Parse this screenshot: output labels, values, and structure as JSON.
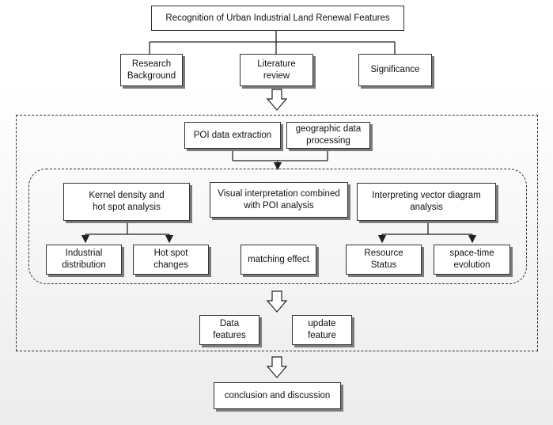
{
  "title": "Recognition of Urban Industrial Land Renewal Features",
  "sections": {
    "research_background": "Research\nBackground",
    "literature_review": "Literature\nreview",
    "significance": "Significance"
  },
  "data_sources": {
    "poi_extraction": "POI data extraction",
    "geographic_processing": "geographic data\nprocessing"
  },
  "methods": {
    "kernel_density": "Kernel density and\nhot spot analysis",
    "visual_interpretation": "Visual interpretation combined\nwith POI analysis",
    "vector_diagram": "Interpreting vector diagram\nanalysis"
  },
  "results": {
    "industrial_distribution": "Industrial\ndistribution",
    "hot_spot_changes": "Hot spot\nchanges",
    "matching_effect": "matching effect",
    "resource_status": "Resource\nStatus",
    "space_time_evolution": "space-time\nevolution"
  },
  "features": {
    "data_features": "Data\nfeatures",
    "update_feature": "update\nfeature"
  },
  "conclusion": "conclusion and discussion"
}
